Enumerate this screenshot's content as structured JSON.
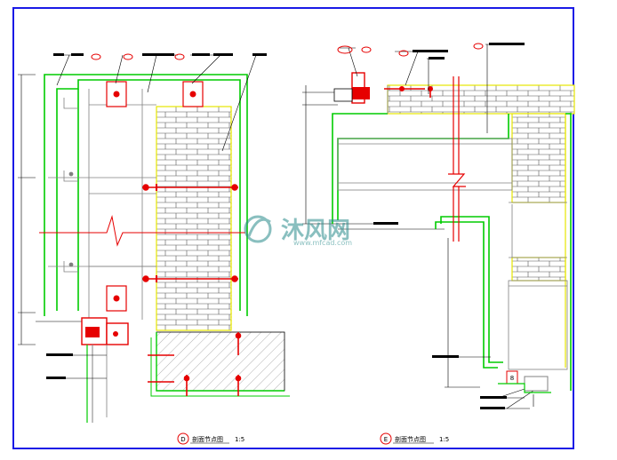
{
  "drawing": {
    "left_title": "剖面节点图",
    "left_scale": "1:5",
    "left_marker": "D",
    "right_title": "剖面节点图",
    "right_scale": "1:5",
    "right_marker": "E",
    "right_small_tag": "8"
  },
  "watermark": {
    "text": "沐风网",
    "url": "www.mfcad.com"
  },
  "colors": {
    "frame": "#1a1ae6",
    "outline_green": "#00cc00",
    "anchor_red": "#e60000",
    "brick_yellow": "#e6e600",
    "line_gray": "#808080",
    "watermark_teal": "#2a8c8c"
  }
}
